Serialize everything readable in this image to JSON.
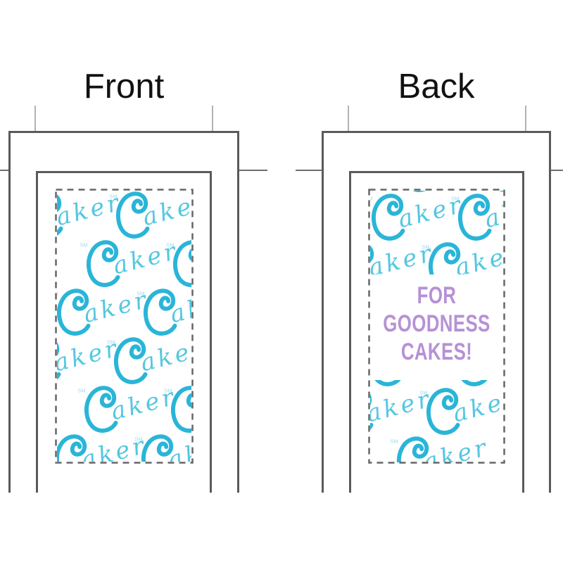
{
  "sheet": {
    "front": {
      "label": "Front"
    },
    "back": {
      "label": "Back",
      "message_lines": [
        "FOR",
        "GOODNESS",
        "CAKES!"
      ]
    }
  },
  "pattern": {
    "brand": "Caker",
    "script_text": "aker",
    "mark_text": "SM"
  },
  "colors": {
    "cyan": "#2ab5d8",
    "cyan_light": "#55c7e0",
    "cyan_faint": "#9edcec",
    "purple": "#b691d6",
    "dieline": "#5a5a5a",
    "dash": "#666666",
    "tick_light": "#b3b3b3",
    "tick_dark": "#6e6e6e",
    "label_text": "#111111"
  }
}
